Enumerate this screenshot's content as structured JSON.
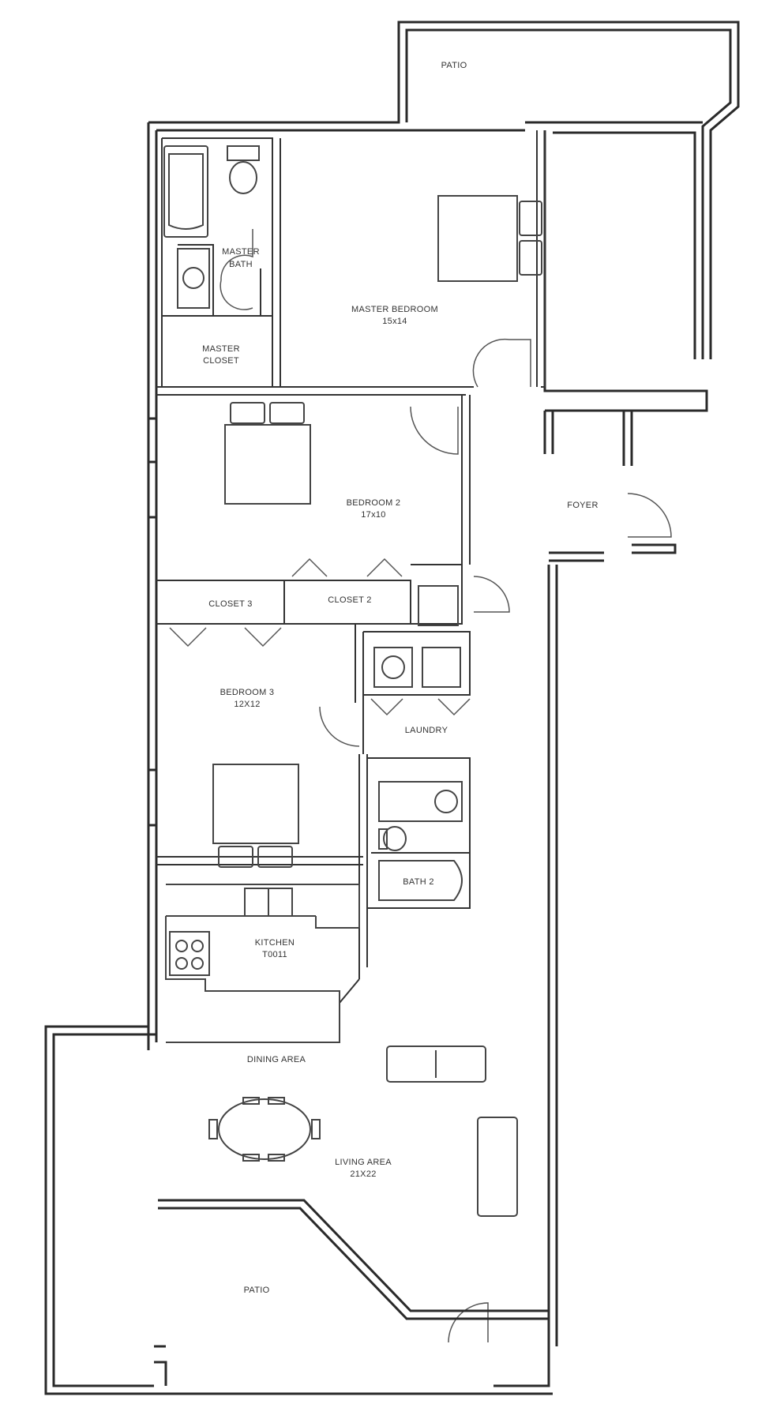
{
  "rooms": {
    "patio_top": {
      "name": "PATIO"
    },
    "master_bath": {
      "name_line1": "MASTER",
      "name_line2": "BATH"
    },
    "master_closet": {
      "name_line1": "MASTER",
      "name_line2": "CLOSET"
    },
    "master_bedroom": {
      "name": "MASTER BEDROOM",
      "size": "15x14"
    },
    "bedroom_2": {
      "name": "BEDROOM 2",
      "size": "17x10"
    },
    "foyer": {
      "name": "FOYER"
    },
    "closet_3": {
      "name": "CLOSET 3"
    },
    "closet_2": {
      "name": "CLOSET 2"
    },
    "bedroom_3": {
      "name": "BEDROOM 3",
      "size": "12X12"
    },
    "laundry": {
      "name": "LAUNDRY"
    },
    "bath_2": {
      "name": "BATH 2"
    },
    "kitchen": {
      "name": "KITCHEN",
      "size": "T0011"
    },
    "dining_area": {
      "name": "DINING AREA"
    },
    "living_area": {
      "name": "LIVING AREA",
      "size": "21X22"
    },
    "patio_bottom": {
      "name": "PATIO"
    }
  }
}
